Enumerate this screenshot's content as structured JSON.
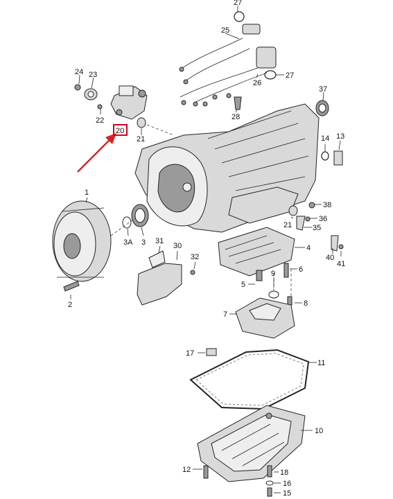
{
  "diagram": {
    "callouts": [
      "27",
      "25",
      "24",
      "23",
      "26",
      "27",
      "37",
      "22",
      "28",
      "20",
      "21",
      "14",
      "13",
      "1",
      "38",
      "21",
      "36",
      "35",
      "3A",
      "3",
      "31",
      "30",
      "4",
      "32",
      "40",
      "41",
      "6",
      "5",
      "9",
      "2",
      "8",
      "7",
      "17",
      "11",
      "10",
      "12",
      "18",
      "16",
      "15"
    ],
    "highlighted_callout": "20",
    "highlight_color": "#d0021b",
    "arrow_color": "#e02020"
  }
}
